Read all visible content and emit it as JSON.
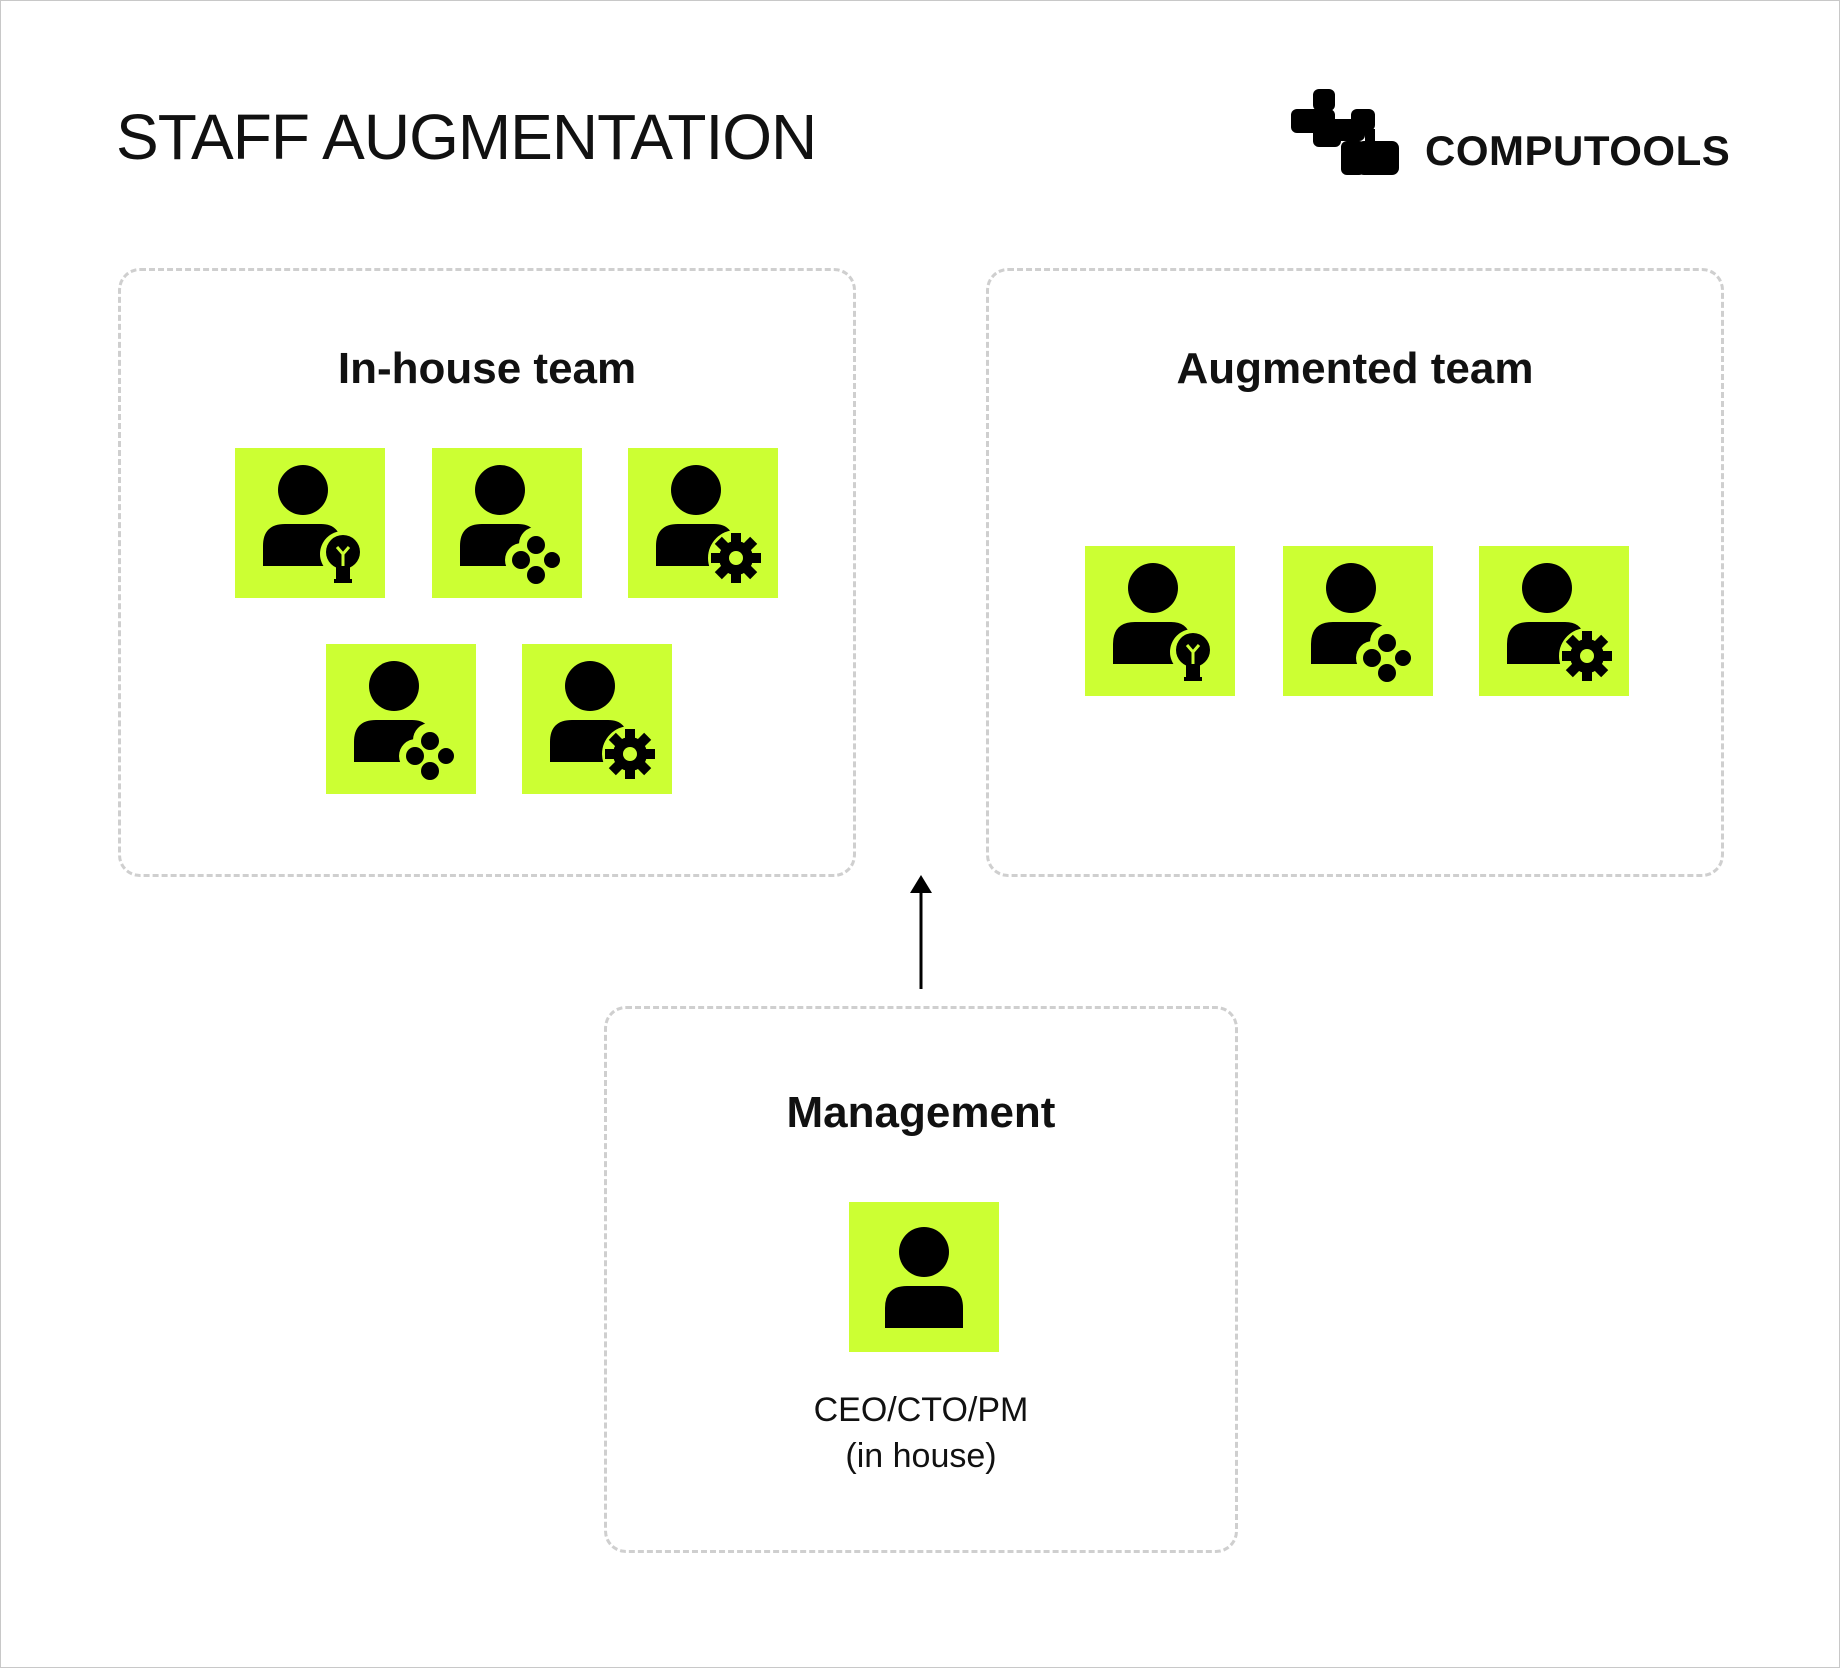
{
  "title": "STAFF AUGMENTATION",
  "brand": {
    "name": "COMPUTOOLS"
  },
  "accent_color": "#ccff33",
  "groups": {
    "in_house": {
      "title": "In-house team",
      "members": [
        {
          "icon": "person-lightbulb-icon"
        },
        {
          "icon": "person-nodes-icon"
        },
        {
          "icon": "person-gear-icon"
        },
        {
          "icon": "person-nodes-icon"
        },
        {
          "icon": "person-gear-icon"
        }
      ]
    },
    "augmented": {
      "title": "Augmented team",
      "members": [
        {
          "icon": "person-lightbulb-icon"
        },
        {
          "icon": "person-nodes-icon"
        },
        {
          "icon": "person-gear-icon"
        }
      ]
    },
    "management": {
      "title": "Management",
      "members": [
        {
          "icon": "person-icon"
        }
      ],
      "role_line1": "CEO/CTO/PM",
      "role_line2": "(in house)"
    }
  }
}
